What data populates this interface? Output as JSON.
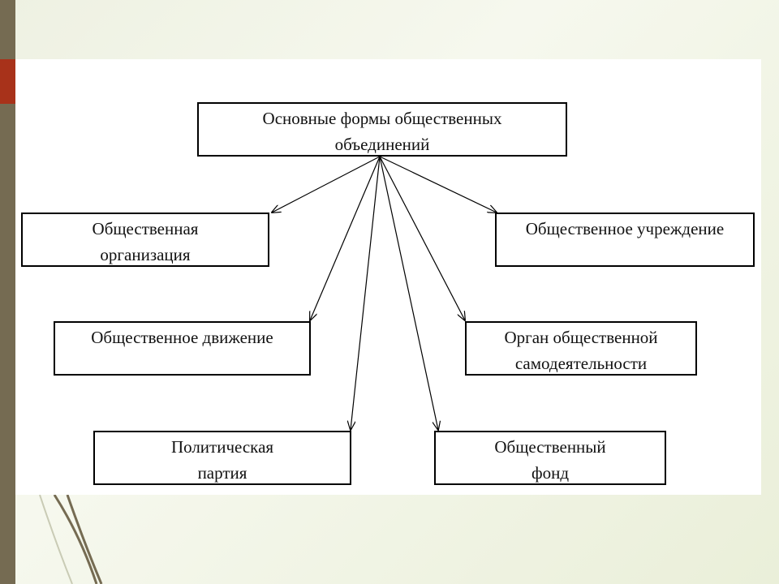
{
  "diagram": {
    "root": {
      "line1": "Основные формы общественных",
      "line2": "объединений"
    },
    "nodes": [
      {
        "id": "org",
        "line1": "Общественная",
        "line2": "организация"
      },
      {
        "id": "inst",
        "line1": "Общественное учреждение",
        "line2": ""
      },
      {
        "id": "move",
        "line1": "Общественное движение",
        "line2": ""
      },
      {
        "id": "organ",
        "line1": "Орган общественной",
        "line2": "самодеятельности"
      },
      {
        "id": "party",
        "line1": "Политическая",
        "line2": "партия"
      },
      {
        "id": "fund",
        "line1": "Общественный",
        "line2": "фонд"
      }
    ]
  },
  "colors": {
    "sidebar": "#756b52",
    "accent": "#a8321a"
  }
}
